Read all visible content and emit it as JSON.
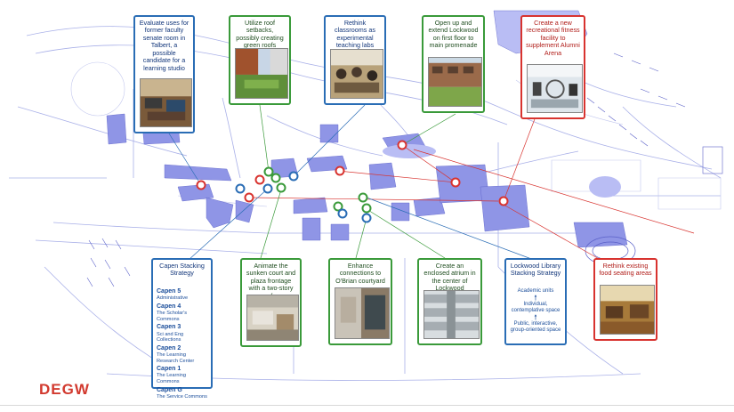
{
  "callouts": {
    "talbert": {
      "text": "Evaluate uses for former faculty senate room in Talbert, a possible candidate for a learning studio",
      "color": "blue"
    },
    "roofs": {
      "text": "Utilize roof setbacks, possibly creating green roofs",
      "color": "green"
    },
    "classrooms": {
      "text": "Rethink classrooms as experimental teaching labs",
      "color": "blue"
    },
    "lockwood_open": {
      "text": "Open up and extend Lockwood on first floor to main promenade",
      "color": "green"
    },
    "fitness": {
      "text": "Create a new recreational fitness facility to supplement Alumni Arena",
      "color": "red"
    },
    "capen": {
      "title": "Capen Stacking Strategy",
      "color": "blue",
      "levels": [
        {
          "name": "Capen 5",
          "desc": "Administrative"
        },
        {
          "name": "Capen 4",
          "desc": "The Scholar's Commons"
        },
        {
          "name": "Capen 3",
          "desc": "Sci and Eng Collections"
        },
        {
          "name": "Capen 2",
          "desc": "The Learning Research Center"
        },
        {
          "name": "Capen 1",
          "desc": "The Learning Commons"
        },
        {
          "name": "Capen G",
          "desc": "The Service Commons"
        }
      ]
    },
    "sunken": {
      "text": "Animate the sunken court and plaza frontage with a two-story cafe.",
      "color": "green"
    },
    "obrian": {
      "text": "Enhance connections to O'Brian courtyard",
      "color": "green"
    },
    "atrium": {
      "text": "Create an enclosed atrium in the center of Lockwood",
      "color": "green"
    },
    "lockwood_stack": {
      "title": "Lockwood Library Stacking Strategy",
      "color": "blue",
      "items": [
        "Academic units",
        "Individual, contemplative space",
        "Public, interactive, group-oriented space"
      ]
    },
    "food": {
      "text": "Rethink existing food seating areas",
      "color": "red"
    }
  },
  "colors": {
    "blue": "#2a6db5",
    "green": "#3a9a3a",
    "red": "#d8332f",
    "map_line": "#9aa3e0",
    "building": "#8f95e6"
  },
  "logo": "DEGW"
}
